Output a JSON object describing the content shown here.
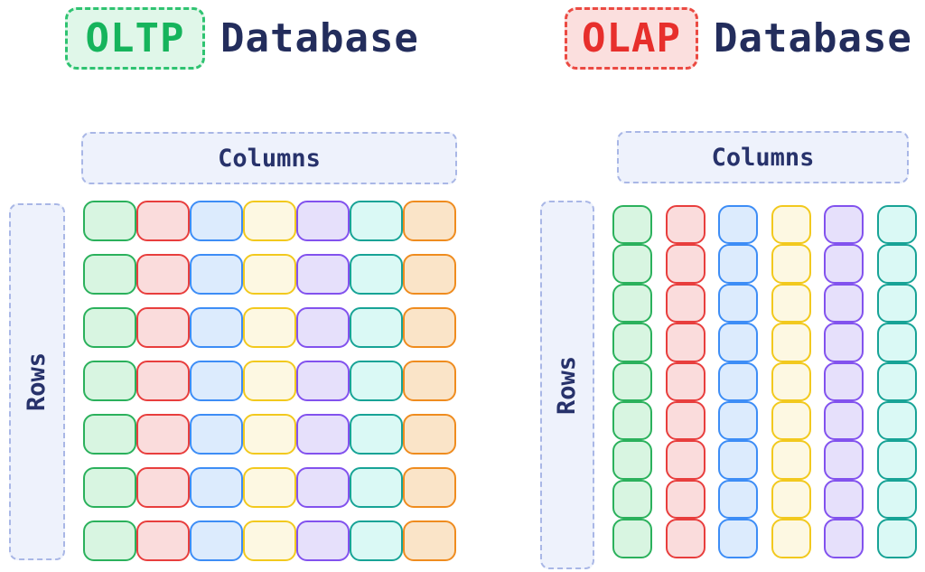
{
  "left": {
    "badge_label": "OLTP",
    "title": "Database",
    "columns_label": "Columns",
    "rows_label": "Rows",
    "grid": {
      "rows": 7,
      "cols": 7,
      "orientation": "row-oriented",
      "column_colors": [
        "green",
        "red",
        "blue",
        "yellow",
        "purple",
        "teal",
        "orange"
      ]
    }
  },
  "right": {
    "badge_label": "OLAP",
    "title": "Database",
    "columns_label": "Columns",
    "rows_label": "Rows",
    "grid": {
      "rows": 9,
      "cols": 6,
      "orientation": "column-oriented",
      "column_colors": [
        "green",
        "red",
        "blue",
        "yellow",
        "purple",
        "teal"
      ]
    }
  },
  "palette": {
    "green": {
      "border": "#2bb15c",
      "fill": "#d8f5e1"
    },
    "red": {
      "border": "#e83e3d",
      "fill": "#fadcdc"
    },
    "blue": {
      "border": "#3d8df6",
      "fill": "#dcebfd"
    },
    "yellow": {
      "border": "#f2c91e",
      "fill": "#fdf8e2"
    },
    "purple": {
      "border": "#8252ee",
      "fill": "#e6e0fb"
    },
    "teal": {
      "border": "#17a396",
      "fill": "#daf9f5"
    },
    "orange": {
      "border": "#ef8c1f",
      "fill": "#fae4c8"
    }
  },
  "colors": {
    "title_navy": "#232d5c",
    "badge_green_text": "#16b45c",
    "badge_green_border": "#2fc371",
    "badge_green_fill": "#e0f7e9",
    "badge_red_text": "#e72f2c",
    "badge_red_border": "#eb4a42",
    "badge_red_fill": "#fbdfde",
    "label_fill": "#eef2fc",
    "label_border": "#a9b7e6",
    "label_text": "#27326b",
    "background": "#ffffff"
  }
}
